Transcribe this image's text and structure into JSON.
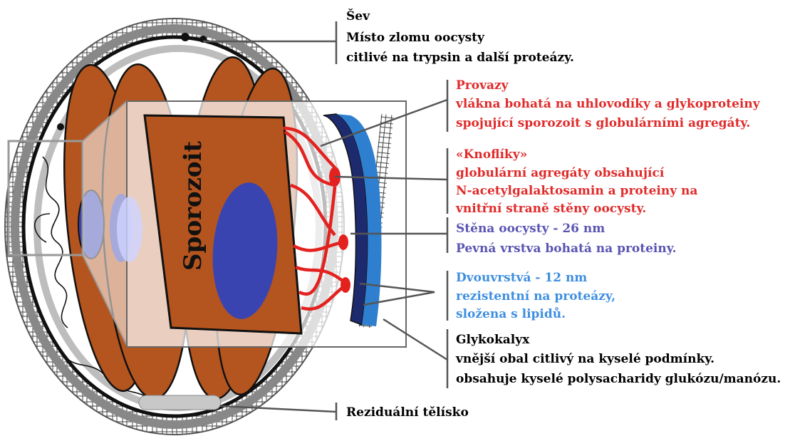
{
  "colors": {
    "sporozoit_fill": "#b4551f",
    "black_text": "#000000",
    "red_text": "#e02b2b",
    "wall_text": "#5a55b2",
    "bilayer_text": "#3f8fe0",
    "nucleus": "#3a44b0",
    "wall_dark": "#1e2a6e",
    "wall_light": "#2e7fd0",
    "strands": "#e3221f",
    "residual_body": "#c8c8c8"
  },
  "diagram": {
    "sporozoit_label": "Sporozoit",
    "labels": {
      "suture": {
        "lines": [
          "Šev",
          "Místo zlomu oocysty",
          "citlivé na trypsin a další proteázy."
        ]
      },
      "strands": {
        "lines": [
          "Provazy",
          "vlákna bohatá na uhlovodíky a glykoproteiny",
          "spojující sporozoit s globulárními agregáty."
        ]
      },
      "knobs": {
        "lines": [
          "«Knoflíky»",
          "globulární agregáty obsahující",
          "N-acetylgalaktosamin a proteiny na",
          "vnitřní straně stěny oocysty."
        ]
      },
      "wall": {
        "lines": [
          "Stěna oocysty - 26 nm",
          "Pevná vrstva bohatá na proteiny."
        ]
      },
      "bilayer": {
        "lines": [
          "Dvouvrstvá - 12 nm",
          "rezistentní na proteázy,",
          "složena s lipidů."
        ]
      },
      "glycocalyx": {
        "lines": [
          "Glykokalyx",
          "vnější obal citlivý na kyselé podmínky.",
          "obsahuje kyselé polysacharidy glukózu/manózu."
        ]
      },
      "residual": {
        "lines": [
          "Reziduální tělísko"
        ]
      }
    }
  }
}
